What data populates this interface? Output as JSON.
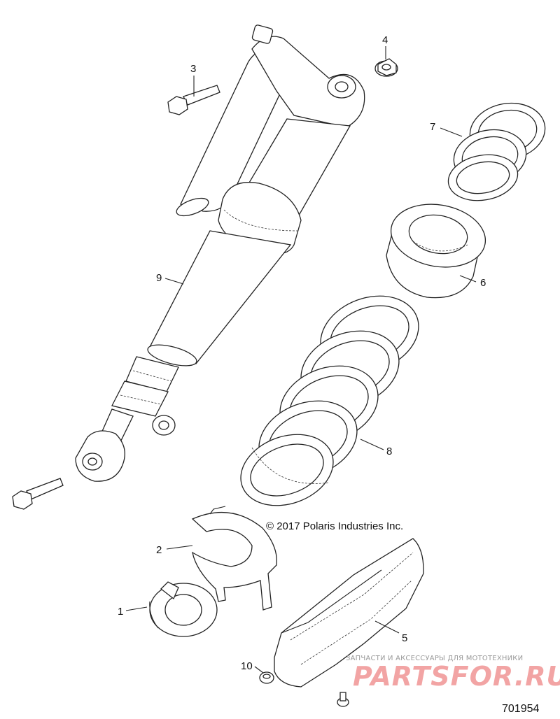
{
  "callouts": [
    {
      "id": "1",
      "label": "1"
    },
    {
      "id": "2",
      "label": "2"
    },
    {
      "id": "3",
      "label": "3"
    },
    {
      "id": "4",
      "label": "4"
    },
    {
      "id": "5",
      "label": "5"
    },
    {
      "id": "6",
      "label": "6"
    },
    {
      "id": "7",
      "label": "7"
    },
    {
      "id": "8",
      "label": "8"
    },
    {
      "id": "9",
      "label": "9"
    },
    {
      "id": "10",
      "label": "10"
    }
  ],
  "copyright": "© 2017 Polaris Industries Inc.",
  "diagram_number": "701954",
  "watermark": {
    "tagline": "ЗАПЧАСТИ И АКСЕССУАРЫ ДЛЯ МОТОТЕХНИКИ",
    "logo": "PARTSFOR.RU",
    "color": "#e85a5a"
  }
}
